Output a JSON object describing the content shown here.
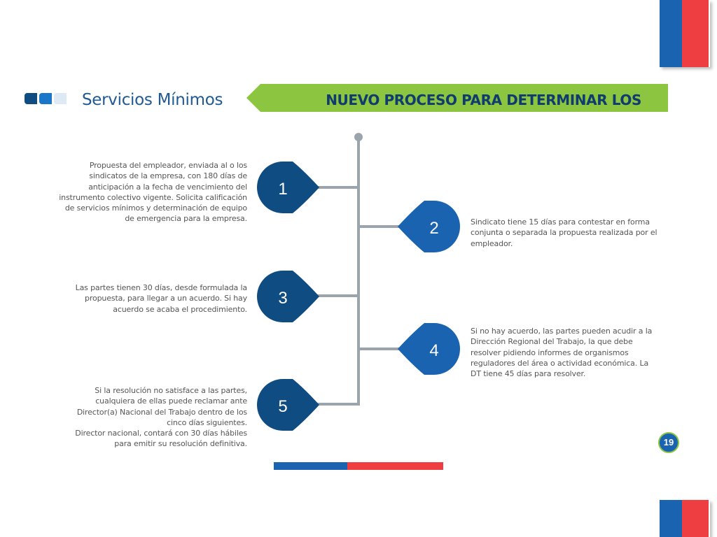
{
  "header": {
    "section_title": "Servicios Mínimos",
    "banner_title": "NUEVO PROCESO PARA DETERMINAR LOS"
  },
  "colors": {
    "brand_blue": "#1a63b0",
    "dark_blue": "#0f4c81",
    "red": "#ef3e42",
    "green": "#8cc53f",
    "timeline_gray": "#99a4ad"
  },
  "steps": [
    {
      "number": "1",
      "side": "left",
      "text": "Propuesta del empleador, enviada al o los sindicatos de la empresa, con 180 días de anticipación a la fecha de vencimiento del instrumento colectivo vigente. Solicita calificación de servicios mínimos y determinación de equipo de emergencia para la empresa."
    },
    {
      "number": "2",
      "side": "right",
      "text": "Sindicato tiene 15 días para contestar en forma conjunta o separada la propuesta realizada por el empleador."
    },
    {
      "number": "3",
      "side": "left",
      "text": "Las partes tienen 30 días, desde formulada la propuesta,  para llegar a un acuerdo. Si hay acuerdo se acaba el procedimiento."
    },
    {
      "number": "4",
      "side": "right",
      "text": "Si no hay acuerdo, las partes pueden acudir a la Dirección Regional del Trabajo, la que debe resolver pidiendo informes de organismos reguladores del área o actividad económica. La DT tiene 45 días para resolver."
    },
    {
      "number": "5",
      "side": "left",
      "text": "Si la resolución no satisface a las partes, cualquiera de ellas puede reclamar ante Director(a) Nacional del Trabajo dentro de los cinco días siguientes.",
      "text2": "Director nacional, contará con 30 días hábiles para emitir su resolución definitiva."
    }
  ],
  "footer": {
    "page_number": "19"
  }
}
